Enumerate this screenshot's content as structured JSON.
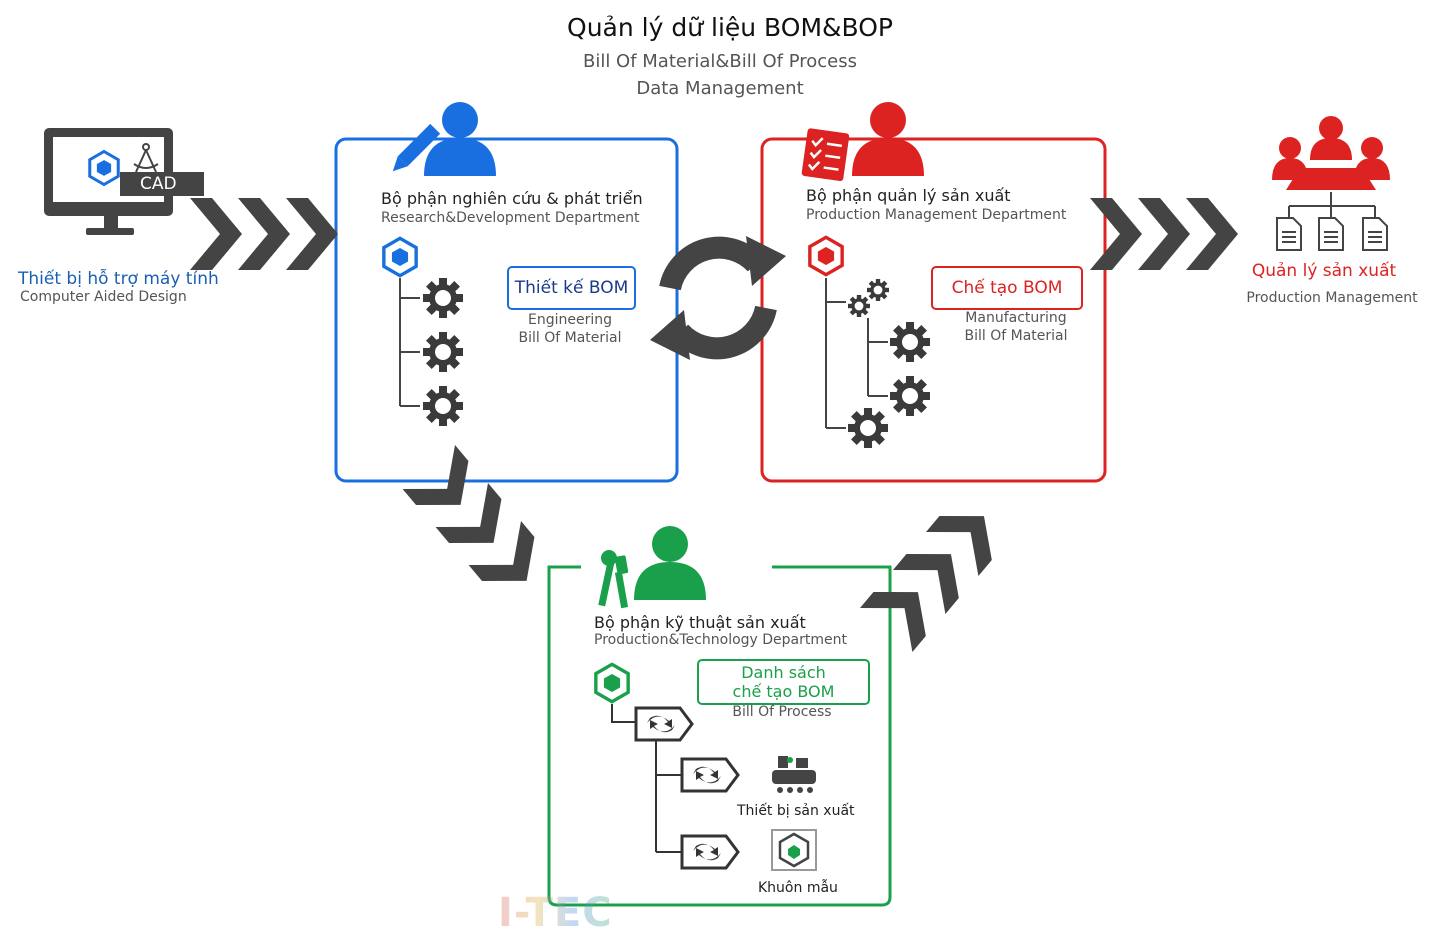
{
  "header": {
    "title": "Quản lý dữ liệu BOM&BOP",
    "subtitle_line1": "Bill Of Material&Bill Of Process",
    "subtitle_line2": "Data Management"
  },
  "cad": {
    "screen_label": "CAD",
    "label_vi": "Thiết bị hỗ trợ máy tính",
    "label_en": "Computer Aided Design"
  },
  "rd_department": {
    "name_vi": "Bộ phận nghiên cứu & phát triển",
    "name_en": "Research&Development Department",
    "badge": "Thiết kế BOM",
    "caption_line1": "Engineering",
    "caption_line2": "Bill Of Material"
  },
  "pm_department": {
    "name_vi": "Bộ phận quản lý sản xuất",
    "name_en": "Production Management Department",
    "badge": "Chế tạo BOM",
    "caption_line1": "Manufacturing",
    "caption_line2": "Bill Of Material"
  },
  "pt_department": {
    "name_vi": "Bộ phận kỹ thuật sản xuất",
    "name_en": "Production&Technology Department",
    "badge_line1": "Danh sách",
    "badge_line2": "chế tạo BOM",
    "caption": "Bill Of Process",
    "equipment_label": "Thiết bị sản xuất",
    "mold_label": "Khuôn mẫu"
  },
  "production_management": {
    "label_vi": "Quản lý sản xuất",
    "label_en": "Production Management"
  },
  "logo": {
    "text": "I-TEC"
  },
  "colors": {
    "blue": "#1a6fe0",
    "red": "#dd2222",
    "green": "#1aa04a",
    "dark": "#444444"
  },
  "icons": [
    "monitor-icon",
    "drafting-compass-icon",
    "hexagon-cube-icon",
    "pencil-icon",
    "person-icon",
    "checklist-icon",
    "gear-icon",
    "sync-icon",
    "chevron-arrow-icon",
    "team-icon",
    "document-icon",
    "wrench-screwdriver-icon",
    "process-tag-icon",
    "factory-equipment-icon",
    "mold-icon"
  ]
}
